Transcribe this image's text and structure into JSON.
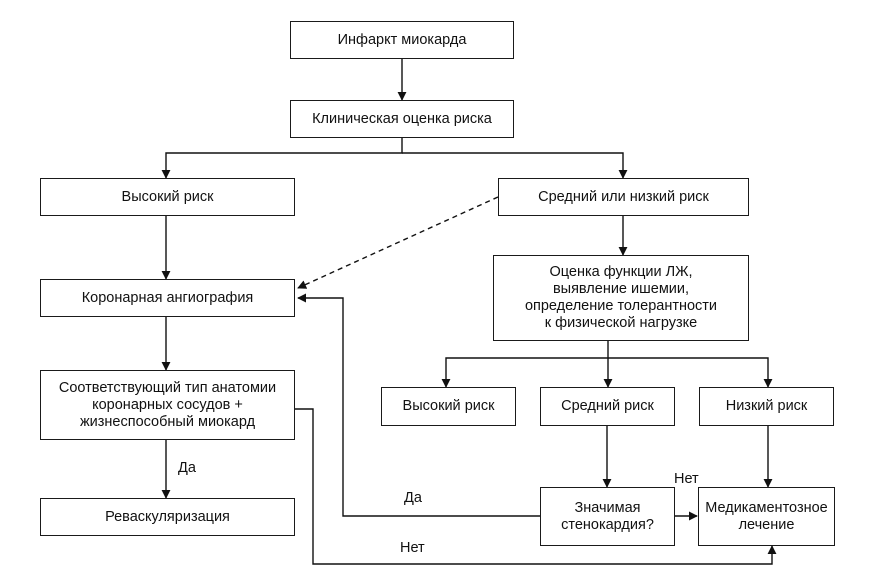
{
  "nodes": {
    "infarct": "Инфаркт миокарда",
    "clinical_risk": "Клиническая оценка риска",
    "high_risk": "Высокий риск",
    "mid_low_risk": "Средний или низкий риск",
    "angiography": "Коронарная ангиография",
    "lv_assessment": "Оценка функции ЛЖ,\nвыявление ишемии,\nопределение толерантности\nк физической нагрузке",
    "anatomy": "Соответствующий тип анатомии\nкоронарных сосудов +\nжизнеспособный миокард",
    "high_risk_2": "Высокий риск",
    "mid_risk_2": "Средний риск",
    "low_risk_2": "Низкий риск",
    "revascularization": "Реваскуляризация",
    "angina": "Значимая\nстенокардия?",
    "medical_therapy": "Медикаментозное\nлечение"
  },
  "labels": {
    "yes_anatomy": "Да",
    "yes_angina": "Да",
    "no_angina": "Нет",
    "no_anatomy": "Нет"
  }
}
